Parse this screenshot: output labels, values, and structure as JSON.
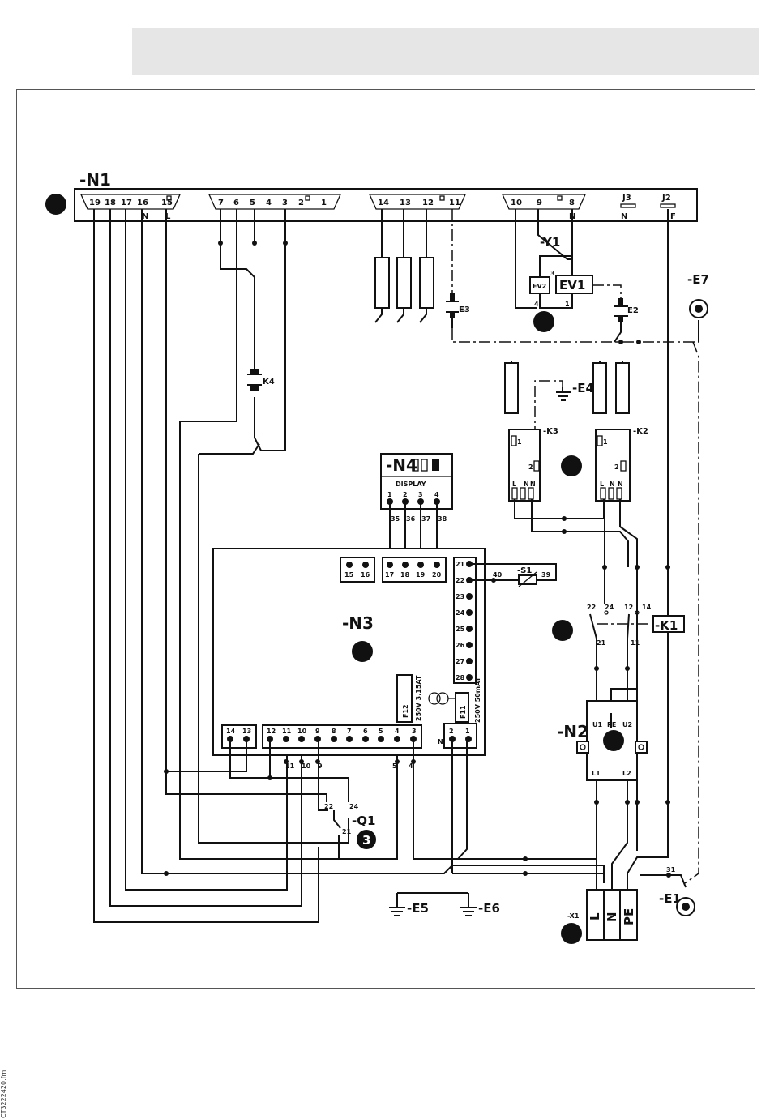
{
  "header": {
    "background": "#e6e6e6"
  },
  "doc_code": "CT3222420.fm",
  "components": {
    "n1": "-N1",
    "n1_pins_a": [
      "19",
      "18",
      "17",
      "16",
      "15"
    ],
    "n1_nl": [
      "N",
      "L"
    ],
    "n1_pins_b": [
      "7",
      "6",
      "5",
      "4",
      "3",
      "2",
      "1"
    ],
    "n1_pins_c": [
      "14",
      "13",
      "12",
      "11"
    ],
    "n1_pins_d": [
      "10",
      "9",
      "8"
    ],
    "n1_n": "N",
    "j3": "J3",
    "j3_n": "N",
    "j2": "J2",
    "j2_f": "F",
    "y1": "-Y1",
    "ev1": "EV1",
    "ev2": "EV2",
    "y1_pins": [
      "3",
      "4",
      "1"
    ],
    "e7": "-E7",
    "e3": "E3",
    "e2": "E2",
    "k4": "K4",
    "e4": "-E4",
    "k3": "-K3",
    "k2": "-K2",
    "relay_pins": [
      "1",
      "2",
      "L",
      "N",
      "N"
    ],
    "n4": "-N4",
    "display": "DISPLAY",
    "n4_pins": [
      "1",
      "2",
      "3",
      "4"
    ],
    "n4_wires": [
      "35",
      "36",
      "37",
      "38"
    ],
    "n3": "-N3",
    "n3_top_pins_a": [
      "15",
      "16"
    ],
    "n3_top_pins_b": [
      "17",
      "18",
      "19",
      "20"
    ],
    "n3_side_pins": [
      "21",
      "22",
      "23",
      "24",
      "25",
      "26",
      "27",
      "28"
    ],
    "s1": "-S1",
    "s1_wires": [
      "40",
      "39"
    ],
    "f12": "F12",
    "f12_rating": "250V 3,15AT",
    "f11": "F11",
    "f11_rating": "250V 50mAT",
    "n3_bottom_a": [
      "14",
      "13"
    ],
    "n3_bottom_b": [
      "12",
      "11",
      "10",
      "9",
      "8",
      "7",
      "6",
      "5",
      "4",
      "3"
    ],
    "n3_bottom_c_n": "N",
    "n3_bottom_c": [
      "2",
      "1"
    ],
    "n3_wires": [
      "11",
      "10",
      "9",
      "5",
      "4"
    ],
    "k1": "-K1",
    "k1_contacts": [
      "22",
      "24",
      "12",
      "14",
      "21",
      "11"
    ],
    "n2": "-N2",
    "n2_pins": [
      "U1",
      "PE",
      "U2",
      "L1",
      "L2"
    ],
    "q1": "-Q1",
    "q1_contacts": [
      "22",
      "24",
      "21"
    ],
    "q1_badge": "3",
    "e5": "-E5",
    "e6": "-E6",
    "e1": "-E1",
    "e1_wire": "31",
    "x1": "-X1",
    "x1_terms": [
      "L",
      "N",
      "PE"
    ]
  }
}
